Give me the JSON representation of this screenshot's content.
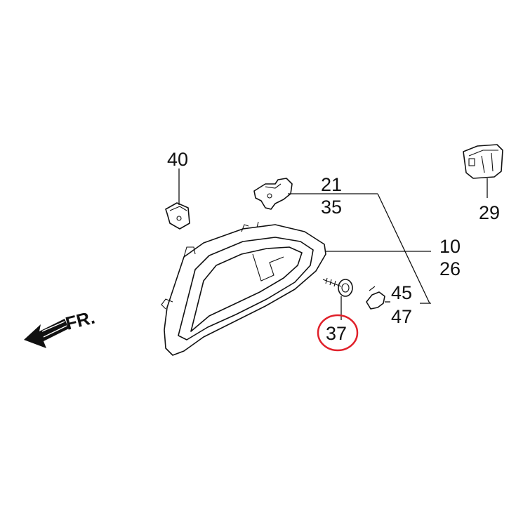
{
  "diagram": {
    "labels": {
      "p40": "40",
      "p21": "21",
      "p35": "35",
      "p10": "10",
      "p26": "26",
      "p45": "45",
      "p47": "47",
      "p29": "29",
      "p37": "37"
    },
    "direction_label": "FR.",
    "highlight_color": "#e0202a",
    "line_color": "#111111",
    "icons": [
      "clip-40-icon",
      "bracket-21-icon",
      "clip-29-icon",
      "screw-37-icon",
      "clip-45-icon",
      "handle-case-icon",
      "front-arrow-icon"
    ]
  }
}
